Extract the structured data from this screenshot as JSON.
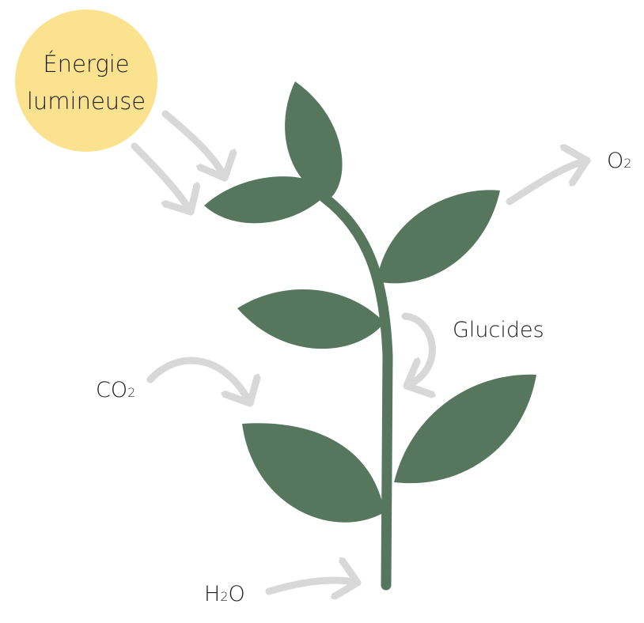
{
  "sun": {
    "line1": "Énergie",
    "line2": "lumineuse",
    "color": "#fbe28e"
  },
  "o2": {
    "base": "O",
    "sub": "2"
  },
  "co2": {
    "base": "CO",
    "sub": "2"
  },
  "h2o": {
    "pre": "H",
    "sub": "2",
    "post": "O"
  },
  "glucides": "Glucides",
  "colors": {
    "leaf": "#56775e",
    "arrow": "#d8d8d8",
    "text": "#1e1e1e"
  }
}
